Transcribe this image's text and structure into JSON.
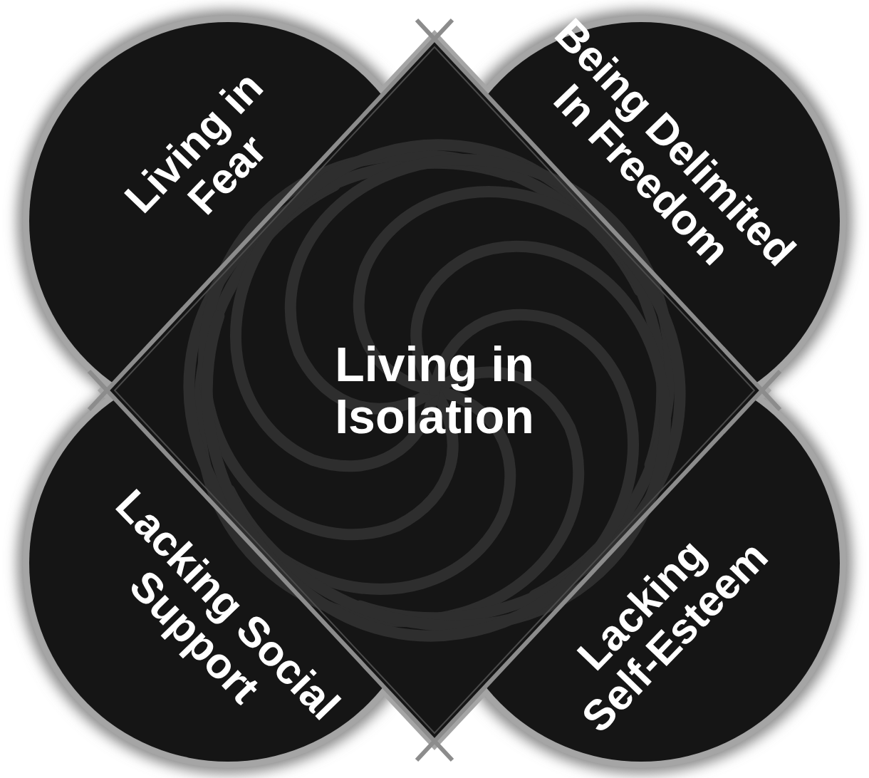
{
  "diagram": {
    "nodes": [
      {
        "text": [
          "Living in Fear"
        ]
      },
      {
        "text": [
          "Being Delimited In Freedom"
        ]
      },
      {
        "text": [
          "Living in Isolation"
        ]
      },
      {
        "text": [
          "Lacking Social Support"
        ]
      },
      {
        "text": [
          "Lacking Self-Esteem"
        ]
      }
    ]
  }
}
